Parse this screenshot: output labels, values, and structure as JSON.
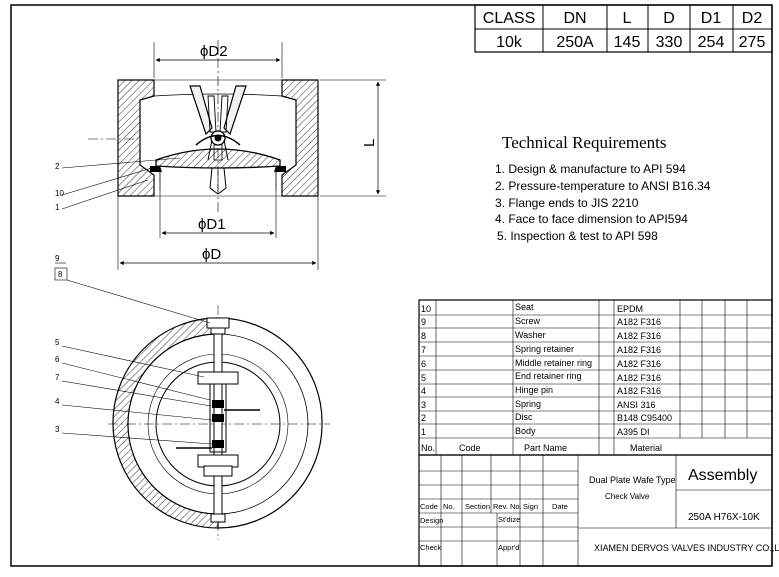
{
  "spec_table": {
    "headers": [
      "CLASS",
      "DN",
      "L",
      "D",
      "D1",
      "D2"
    ],
    "values": [
      "10k",
      "250A",
      "145",
      "330",
      "254",
      "275"
    ]
  },
  "tech_requirements": {
    "title": "Technical Requirements",
    "items": [
      "1. Design & manufacture to API 594",
      "2. Pressure-temperature to ANSI B16.34",
      "3. Flange ends to JIS 2210",
      "4. Face to face dimension to API594",
      "5. Inspection & test to API 598"
    ]
  },
  "dimension_labels": {
    "d2": "ϕD2",
    "d1": "ϕD1",
    "d": "ϕD",
    "l": "L"
  },
  "balloons_top": [
    "2",
    "10",
    "1"
  ],
  "balloons_bottom": [
    "9",
    "8",
    "5",
    "6",
    "7",
    "4",
    "3"
  ],
  "parts_list": {
    "headers": {
      "no": "No.",
      "code": "Code",
      "name": "Part Name",
      "material": "Material"
    },
    "rows": [
      {
        "no": "10",
        "name": "Seat",
        "material": "EPDM"
      },
      {
        "no": "9",
        "name": "Screw",
        "material": "A182  F316"
      },
      {
        "no": "8",
        "name": "Washer",
        "material": "A182  F316"
      },
      {
        "no": "7",
        "name": "Spring retainer",
        "material": "A182  F316"
      },
      {
        "no": "6",
        "name": "Middle retainer ring",
        "material": "A182  F316"
      },
      {
        "no": "5",
        "name": "End retainer ring",
        "material": "A182  F316"
      },
      {
        "no": "4",
        "name": "Hinge pin",
        "material": "A182  F316"
      },
      {
        "no": "3",
        "name": "Spring",
        "material": "ANSI  316"
      },
      {
        "no": "2",
        "name": "Disc",
        "material": "B148  C95400"
      },
      {
        "no": "1",
        "name": "Body",
        "material": "A395 DI"
      }
    ]
  },
  "title_block": {
    "product": "Dual Plate Wafe Type",
    "product_sub": "Check Valve",
    "drawing_type": "Assembly",
    "model": "250A H76X-10K",
    "company": "XIAMEN DERVOS VALVES INDUSTRY CO.,LTD",
    "labels": {
      "code": "Code",
      "no": "No.",
      "section": "Section",
      "rev_no": "Rev. No.",
      "sign": "Sign",
      "date": "Date",
      "design": "Design",
      "stdize": "St'dize",
      "check": "Check",
      "apprd": "Appr'd"
    }
  }
}
